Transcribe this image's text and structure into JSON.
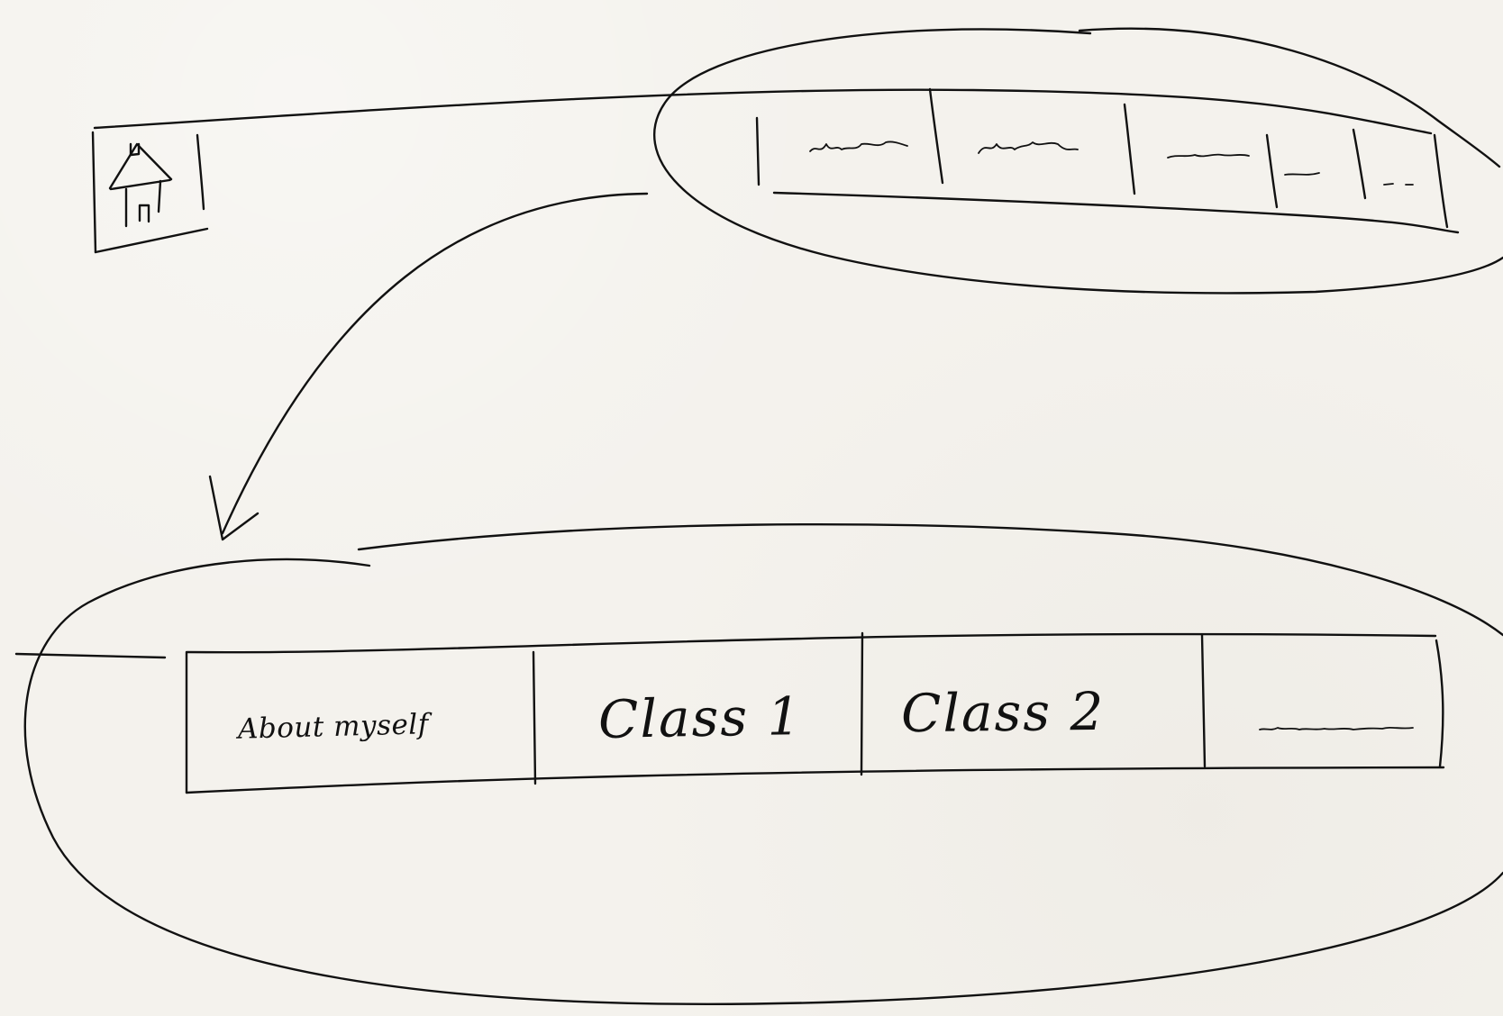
{
  "bottom_nav": {
    "items": [
      {
        "label": "About myself"
      },
      {
        "label": "Class 1"
      },
      {
        "label": "Class 2"
      }
    ]
  }
}
